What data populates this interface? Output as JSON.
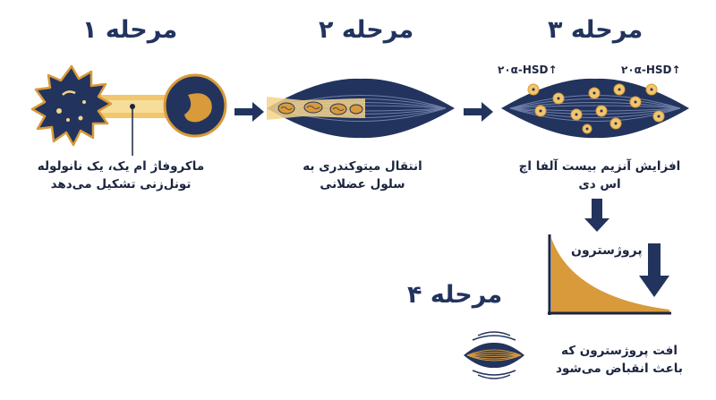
{
  "stages": [
    {
      "title": "مرحله ۱",
      "caption_lines": [
        "ماکروفاژ ام یک، یک نانولوله",
        "تونل‌زنی تشکیل می‌دهد"
      ]
    },
    {
      "title": "مرحله ۲",
      "caption_lines": [
        "انتقال میتوکندری به",
        "سلول عضلانی"
      ]
    },
    {
      "title": "مرحله ۳",
      "caption_lines": [
        "افزایش آنزیم بیست آلفا اچ",
        "اس دی"
      ],
      "hsd_labels": [
        "۲۰α-HSD↑",
        "۲۰α-HSD↑"
      ]
    },
    {
      "title": "مرحله ۴",
      "caption_lines": [
        "افت پروژسترون که",
        "باعث انقباض می‌شود"
      ]
    }
  ],
  "graph": {
    "label": "پروژسترون"
  },
  "colors": {
    "navy": "#22345e",
    "gold": "#d89a3a",
    "light_gold": "#f4d48b"
  }
}
